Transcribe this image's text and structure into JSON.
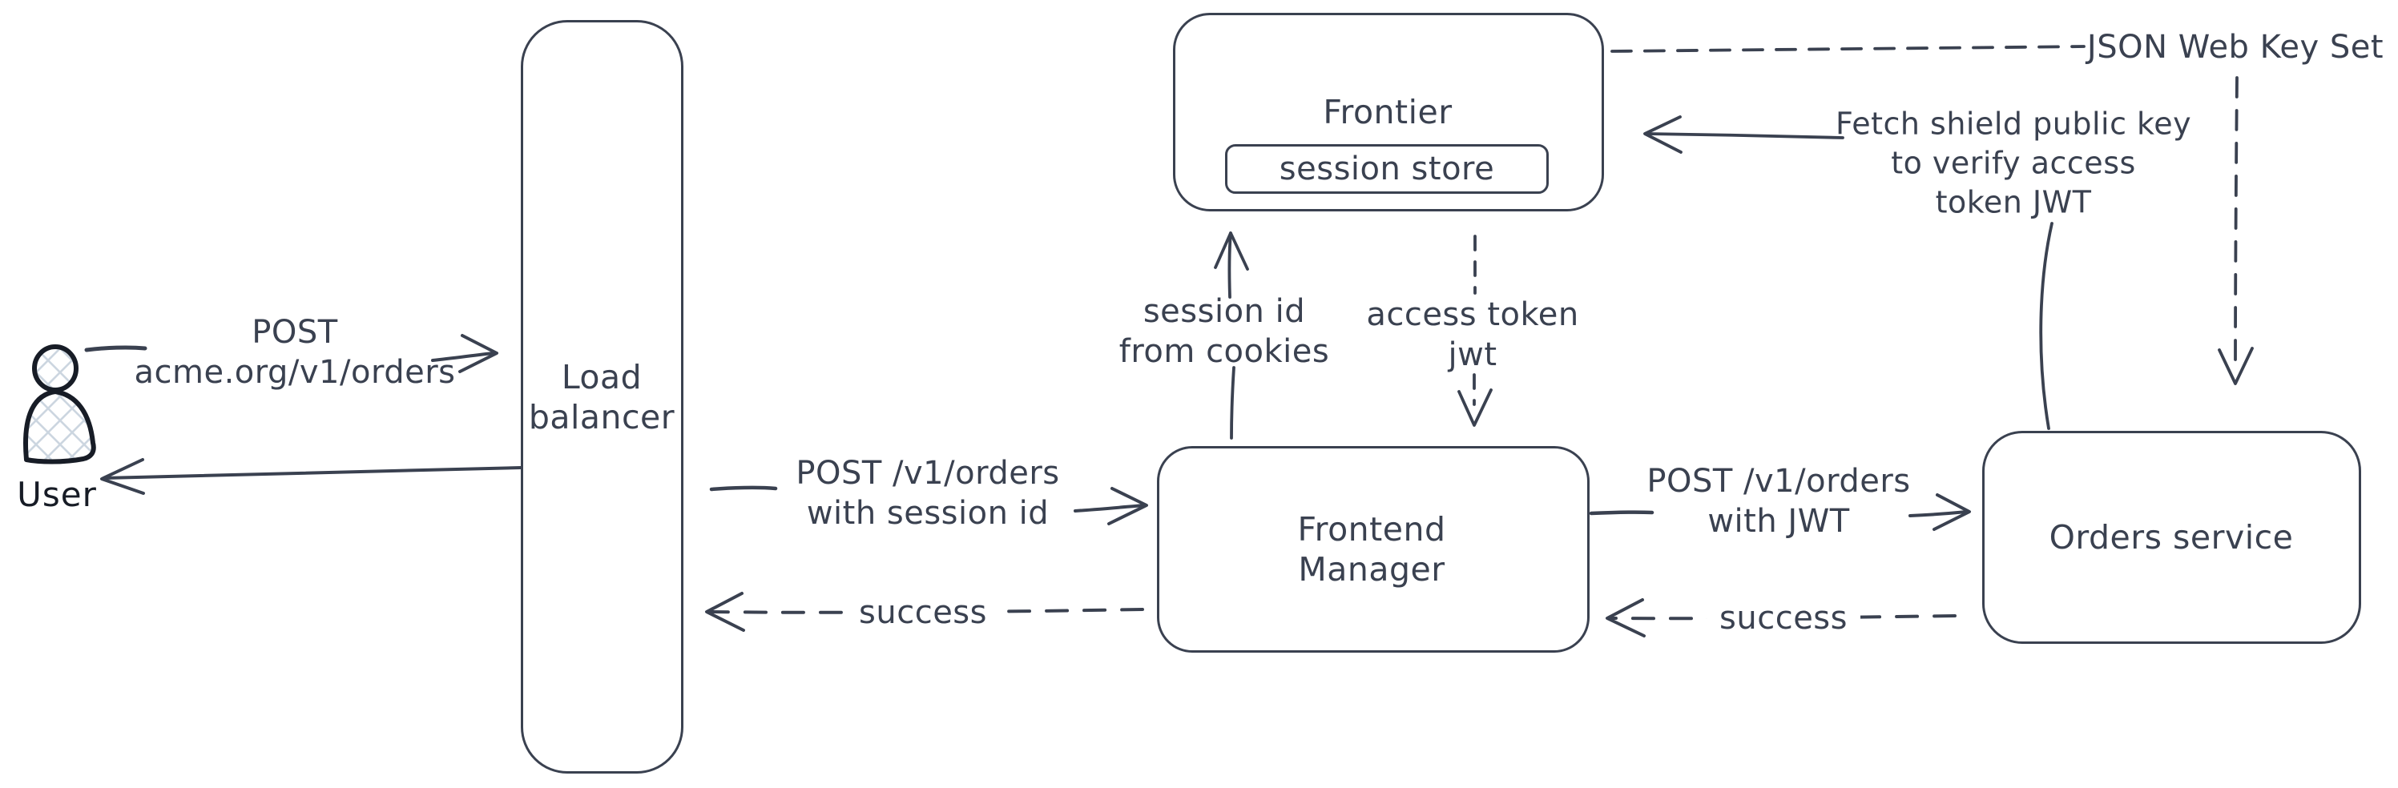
{
  "diagram": {
    "nodes": {
      "user": {
        "label": "User"
      },
      "load_balancer": {
        "lines": [
          "Load",
          "balancer"
        ]
      },
      "frontier": {
        "label": "Frontier"
      },
      "session_store": {
        "label": "session store"
      },
      "frontend_manager": {
        "lines": [
          "Frontend",
          "Manager"
        ]
      },
      "orders_service": {
        "label": "Orders service"
      }
    },
    "edges": {
      "user_to_load_balancer": {
        "lines": [
          "POST",
          "acme.org/v1/orders"
        ]
      },
      "load_balancer_to_frontend_manager": {
        "lines": [
          "POST /v1/orders",
          "with session id"
        ]
      },
      "frontend_manager_to_load_balancer": {
        "label": "success"
      },
      "frontend_manager_to_frontier": {
        "lines": [
          "session id",
          "from cookies"
        ]
      },
      "frontier_to_frontend_manager": {
        "lines": [
          "access token",
          "jwt"
        ]
      },
      "frontend_manager_to_orders_service": {
        "lines": [
          "POST /v1/orders",
          "with JWT"
        ]
      },
      "orders_service_to_frontend_manager": {
        "label": "success"
      },
      "frontier_jwks": {
        "label": "JSON Web Key Set"
      },
      "orders_service_to_frontier": {
        "lines": [
          "Fetch shield public key",
          "to verify access",
          "token JWT"
        ]
      }
    },
    "colors": {
      "ink": "#3a4150",
      "user_ink": "#171c26",
      "hatch": "#ccd6e0",
      "background": "#ffffff"
    }
  }
}
